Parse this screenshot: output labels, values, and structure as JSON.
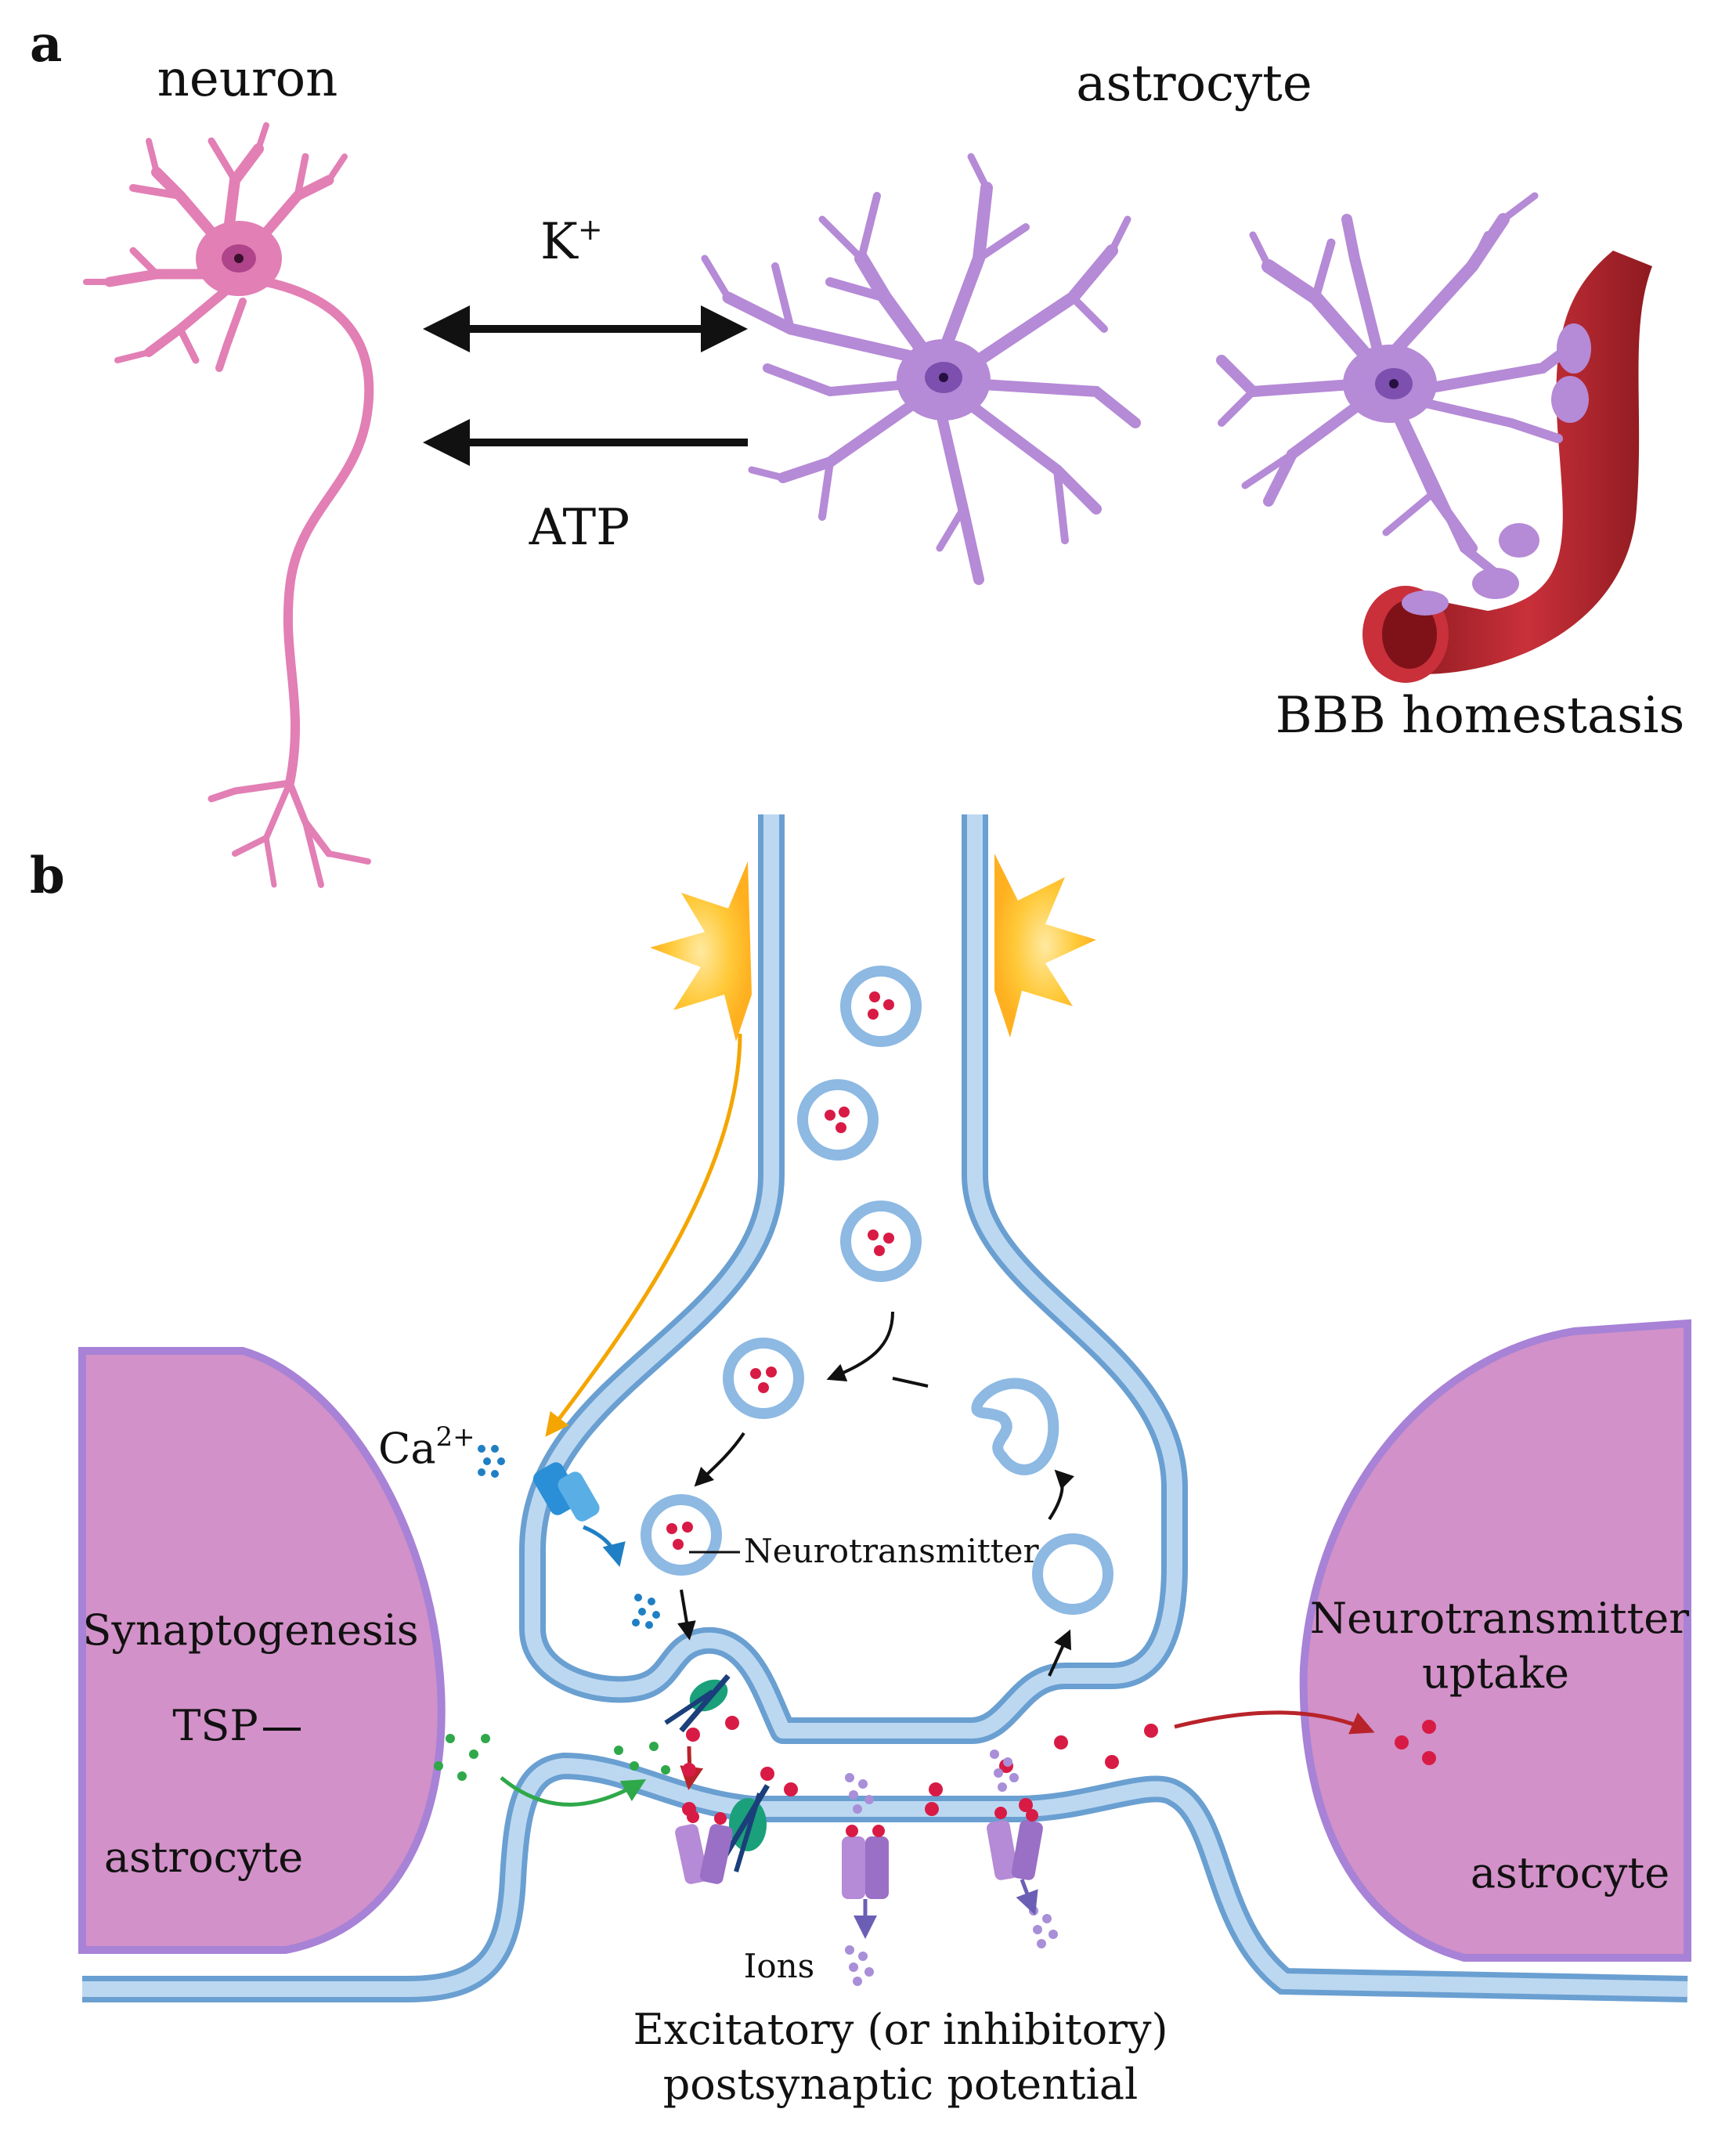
{
  "panel_a": {
    "label": "a",
    "neuron_label": "neuron",
    "astrocyte_label": "astrocyte",
    "k_label": "K",
    "k_sup": "+",
    "atp_label": "ATP",
    "bbb_label": "BBB homestasis"
  },
  "panel_b": {
    "label": "b",
    "ca_label": "Ca",
    "ca_sup": "2+",
    "neurotransmitter_label": "Neurotransmitter",
    "synaptogenesis_label": "Synaptogenesis",
    "tsp_label": "TSP",
    "left_astrocyte_label": "astrocyte",
    "uptake_line1": "Neurotransmitter",
    "uptake_line2": "uptake",
    "right_astrocyte_label": "astrocyte",
    "ions_label": "Ions",
    "potential_line1": "Excitatory (or inhibitory)",
    "potential_line2": "postsynaptic potential"
  },
  "colors": {
    "neuron": "#e27fb5",
    "astrocyte": "#b58ad6",
    "vessel": "#b8232a",
    "membrane": "#8db9e3",
    "astro_body": "#d291c8",
    "neurotransmitter": "#d81b45",
    "flash": "#ffc938"
  }
}
